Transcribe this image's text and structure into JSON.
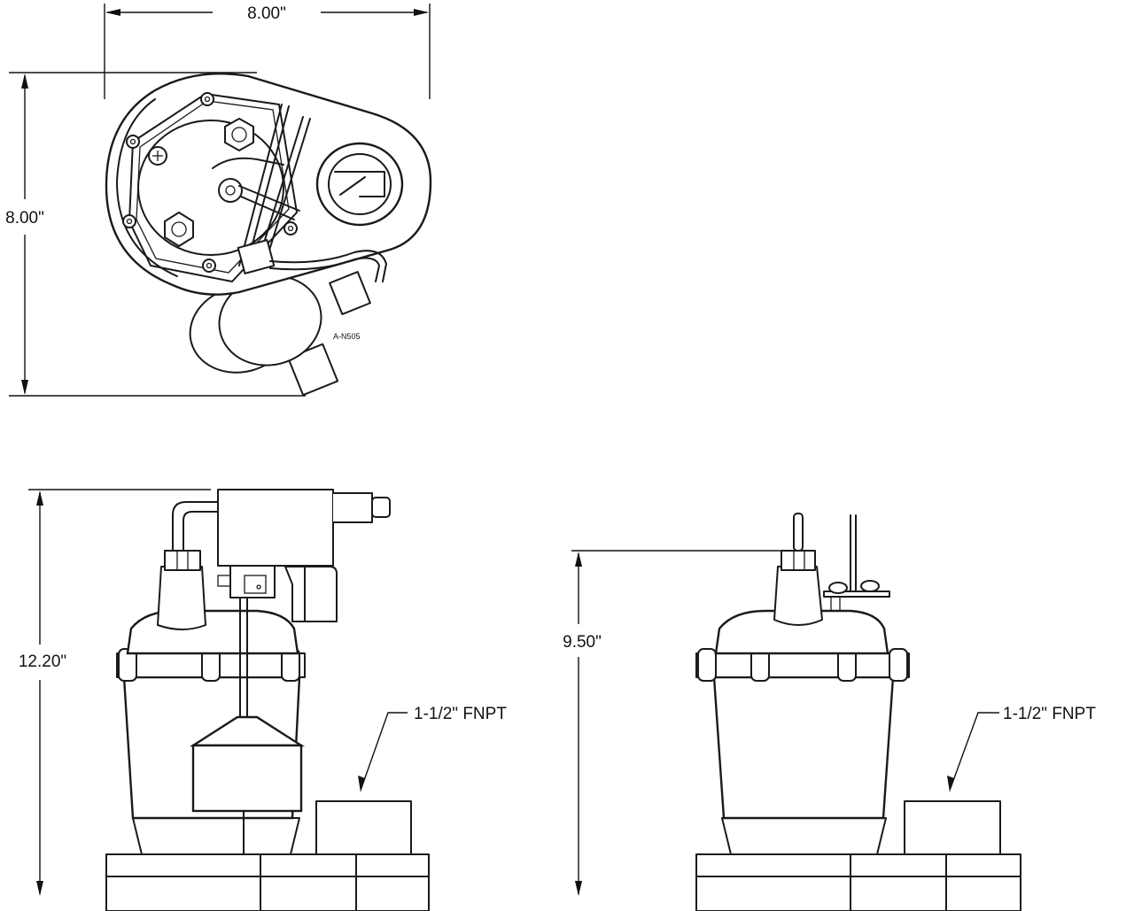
{
  "top_view": {
    "width_dim": "8.00\"",
    "depth_dim": "8.00\"",
    "part_label": "A-N505"
  },
  "front_view": {
    "height_dim": "12.20\"",
    "discharge_note": "1-1/2\" FNPT"
  },
  "side_view": {
    "height_dim": "9.50\"",
    "discharge_note": "1-1/2\" FNPT"
  }
}
